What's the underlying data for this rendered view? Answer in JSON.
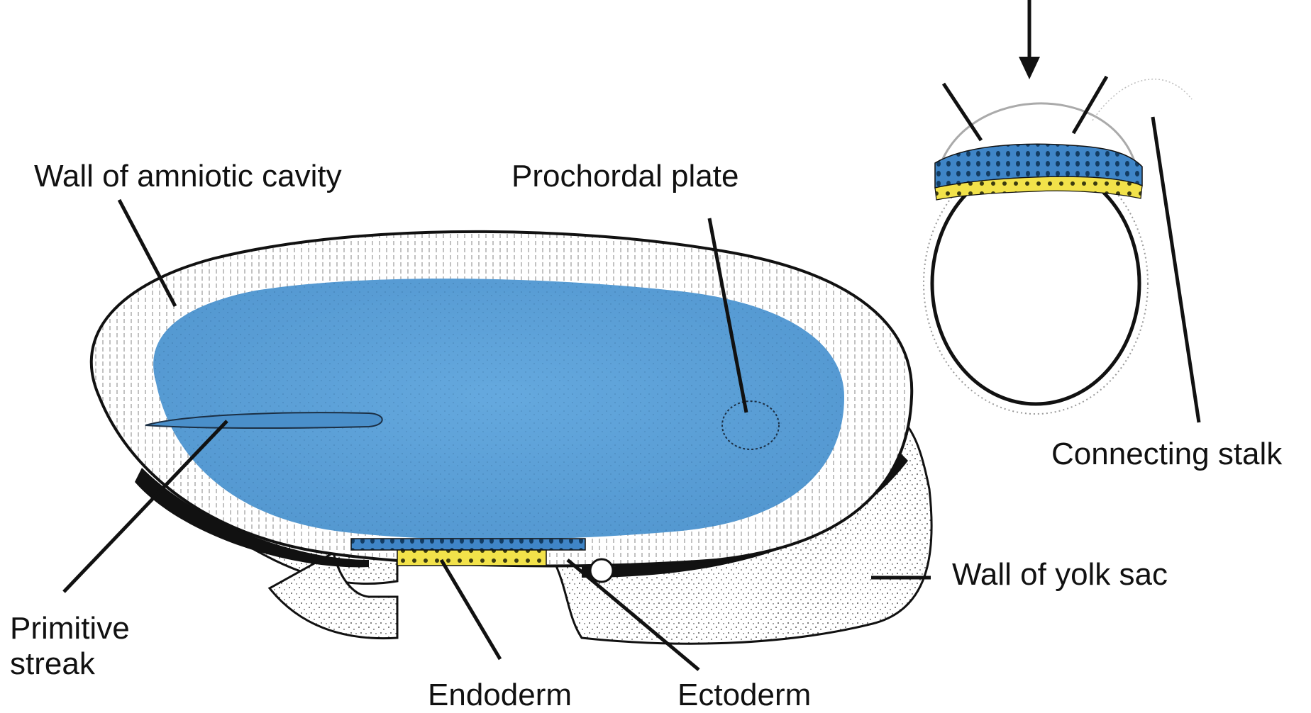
{
  "labels": {
    "wall_amniotic_cavity": "Wall of amniotic cavity",
    "prochordal_plate": "Prochordal plate",
    "connecting_stalk": "Connecting stalk",
    "wall_yolk_sac": "Wall of yolk sac",
    "primitive_streak_line1": "Primitive",
    "primitive_streak_line2": "streak",
    "endoderm": "Endoderm",
    "ectoderm": "Ectoderm"
  },
  "colors": {
    "ectoderm_blue": "#5ea2d8",
    "endoderm_yellow": "#f2e24a",
    "ink": "#111111",
    "background": "#ffffff"
  }
}
